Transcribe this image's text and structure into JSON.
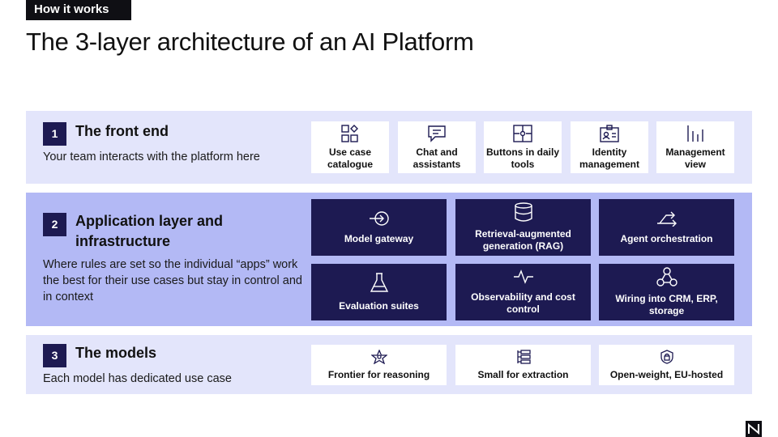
{
  "header": {
    "tag": "How it works",
    "title": "The 3-layer architecture of an AI Platform"
  },
  "layers": [
    {
      "number": "1",
      "title": "The front end",
      "description": "Your team interacts with the platform here",
      "cards": [
        {
          "label": "Use case catalogue",
          "icon": "grid-shapes-icon"
        },
        {
          "label": "Chat and assistants",
          "icon": "chat-bubble-icon"
        },
        {
          "label": "Buttons in daily tools",
          "icon": "puzzle-icon"
        },
        {
          "label": "Identity management",
          "icon": "id-card-icon"
        },
        {
          "label": "Management view",
          "icon": "bar-chart-icon"
        }
      ]
    },
    {
      "number": "2",
      "title": "Application layer and infrastructure",
      "description": "Where rules are set so the individual “apps” work the best for their use cases but stay in control and in context",
      "cards": [
        {
          "label": "Model gateway",
          "icon": "gateway-arrow-icon"
        },
        {
          "label": "Retrieval-augmented generation (RAG)",
          "icon": "database-icon"
        },
        {
          "label": "Agent orchestration",
          "icon": "split-arrows-icon"
        },
        {
          "label": "Evaluation suites",
          "icon": "flask-icon"
        },
        {
          "label": "Observability and cost control",
          "icon": "pulse-icon"
        },
        {
          "label": "Wiring into CRM, ERP, storage",
          "icon": "network-nodes-icon"
        }
      ]
    },
    {
      "number": "3",
      "title": "The models",
      "description": "Each model has dedicated use case",
      "cards": [
        {
          "label": "Frontier for reasoning",
          "icon": "star-network-icon"
        },
        {
          "label": "Small for extraction",
          "icon": "list-tree-icon"
        },
        {
          "label": "Open-weight, EU-hosted",
          "icon": "lock-shield-icon"
        }
      ]
    }
  ],
  "colors": {
    "dark_navy": "#1d1a52",
    "light_band": "#e3e5fb",
    "mid_band": "#b3b9f5",
    "black": "#0f0f14"
  }
}
